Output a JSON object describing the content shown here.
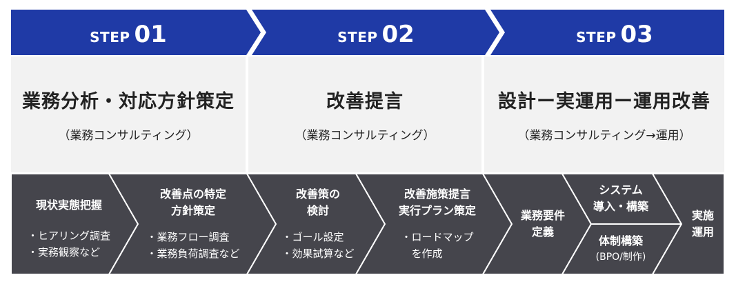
{
  "steps": [
    {
      "word": "STEP",
      "number": "01",
      "title": "業務分析・対応方針策定",
      "subtitle": "（業務コンサルティング）"
    },
    {
      "word": "STEP",
      "number": "02",
      "title": "改善提言",
      "subtitle": "（業務コンサルティング）"
    },
    {
      "word": "STEP",
      "number": "03",
      "title": "設計ー実運用ー運用改善",
      "subtitle": "（業務コンサルティング→運用）"
    }
  ],
  "tasks": {
    "t1": {
      "title": [
        "現状実態把握"
      ],
      "items": [
        "・ヒアリング調査",
        "・実務観察など"
      ]
    },
    "t2": {
      "title": [
        "改善点の特定",
        "方針策定"
      ],
      "items": [
        "・業務フロー調査",
        "・業務負荷調査など"
      ]
    },
    "t3": {
      "title": [
        "改善策の",
        "検討"
      ],
      "items": [
        "・ゴール設定",
        "・効果試算など"
      ]
    },
    "t4": {
      "title": [
        "改善施策提言",
        "実行プラン策定"
      ],
      "items": [
        "・ロードマップ",
        "　を作成"
      ]
    },
    "t5": {
      "title": [
        "業務要件",
        "定義"
      ]
    },
    "t6": {
      "title": [
        "システム",
        "導入・構築"
      ]
    },
    "t7": {
      "title": "体制構築",
      "note": "(BPO/制作)"
    },
    "t8": {
      "title": [
        "実施",
        "運用"
      ]
    }
  },
  "colors": {
    "header": "#1f3aa6",
    "phase_bg": "#f2f2f2",
    "task_bg": "#45454c",
    "task_border": "#ffffff"
  }
}
